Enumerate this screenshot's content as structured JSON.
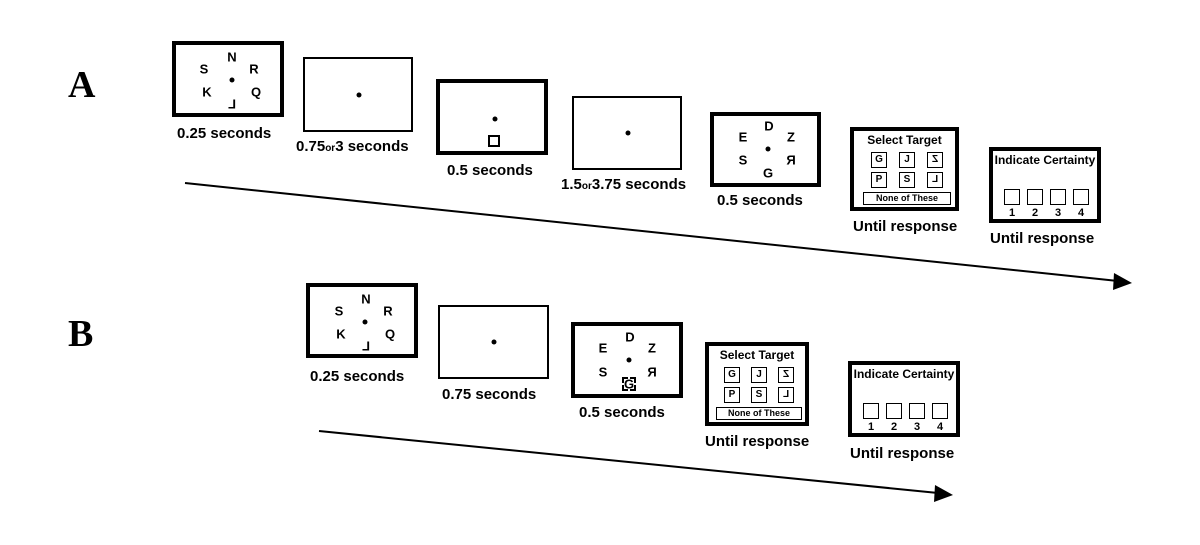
{
  "panels": [
    {
      "label": "A",
      "screens": [
        {
          "type": "search_array",
          "letters": [
            "N",
            "S",
            "R",
            "K",
            "Q",
            "L"
          ],
          "caption": "0.25 seconds"
        },
        {
          "type": "fixation",
          "caption_parts": [
            "0.75",
            "or",
            "3 seconds"
          ]
        },
        {
          "type": "cue",
          "caption": "0.5 seconds"
        },
        {
          "type": "fixation",
          "caption_parts": [
            "1.5",
            "or",
            "3.75 seconds"
          ]
        },
        {
          "type": "probe_array",
          "letters": [
            "D",
            "E",
            "Z",
            "S",
            "R",
            "G"
          ],
          "caption": "0.5 seconds"
        },
        {
          "type": "select_target",
          "title": "Select Target",
          "options": [
            "G",
            "J",
            "Z",
            "P",
            "S",
            "L"
          ],
          "none_label": "None of These",
          "caption": "Until response"
        },
        {
          "type": "certainty",
          "title": "Indicate Certainty",
          "scale": [
            "1",
            "2",
            "3",
            "4"
          ],
          "caption": "Until response"
        }
      ]
    },
    {
      "label": "B",
      "screens": [
        {
          "type": "search_array",
          "letters": [
            "N",
            "S",
            "R",
            "K",
            "Q",
            "L"
          ],
          "caption": "0.25 seconds"
        },
        {
          "type": "fixation",
          "caption": "0.75 seconds"
        },
        {
          "type": "probe_array_cued",
          "letters": [
            "D",
            "E",
            "Z",
            "S",
            "R",
            "G"
          ],
          "caption": "0.5 seconds"
        },
        {
          "type": "select_target",
          "title": "Select Target",
          "options": [
            "G",
            "J",
            "Z",
            "P",
            "S",
            "L"
          ],
          "none_label": "None of These",
          "caption": "Until response"
        },
        {
          "type": "certainty",
          "title": "Indicate Certainty",
          "scale": [
            "1",
            "2",
            "3",
            "4"
          ],
          "caption": "Until response"
        }
      ]
    }
  ]
}
